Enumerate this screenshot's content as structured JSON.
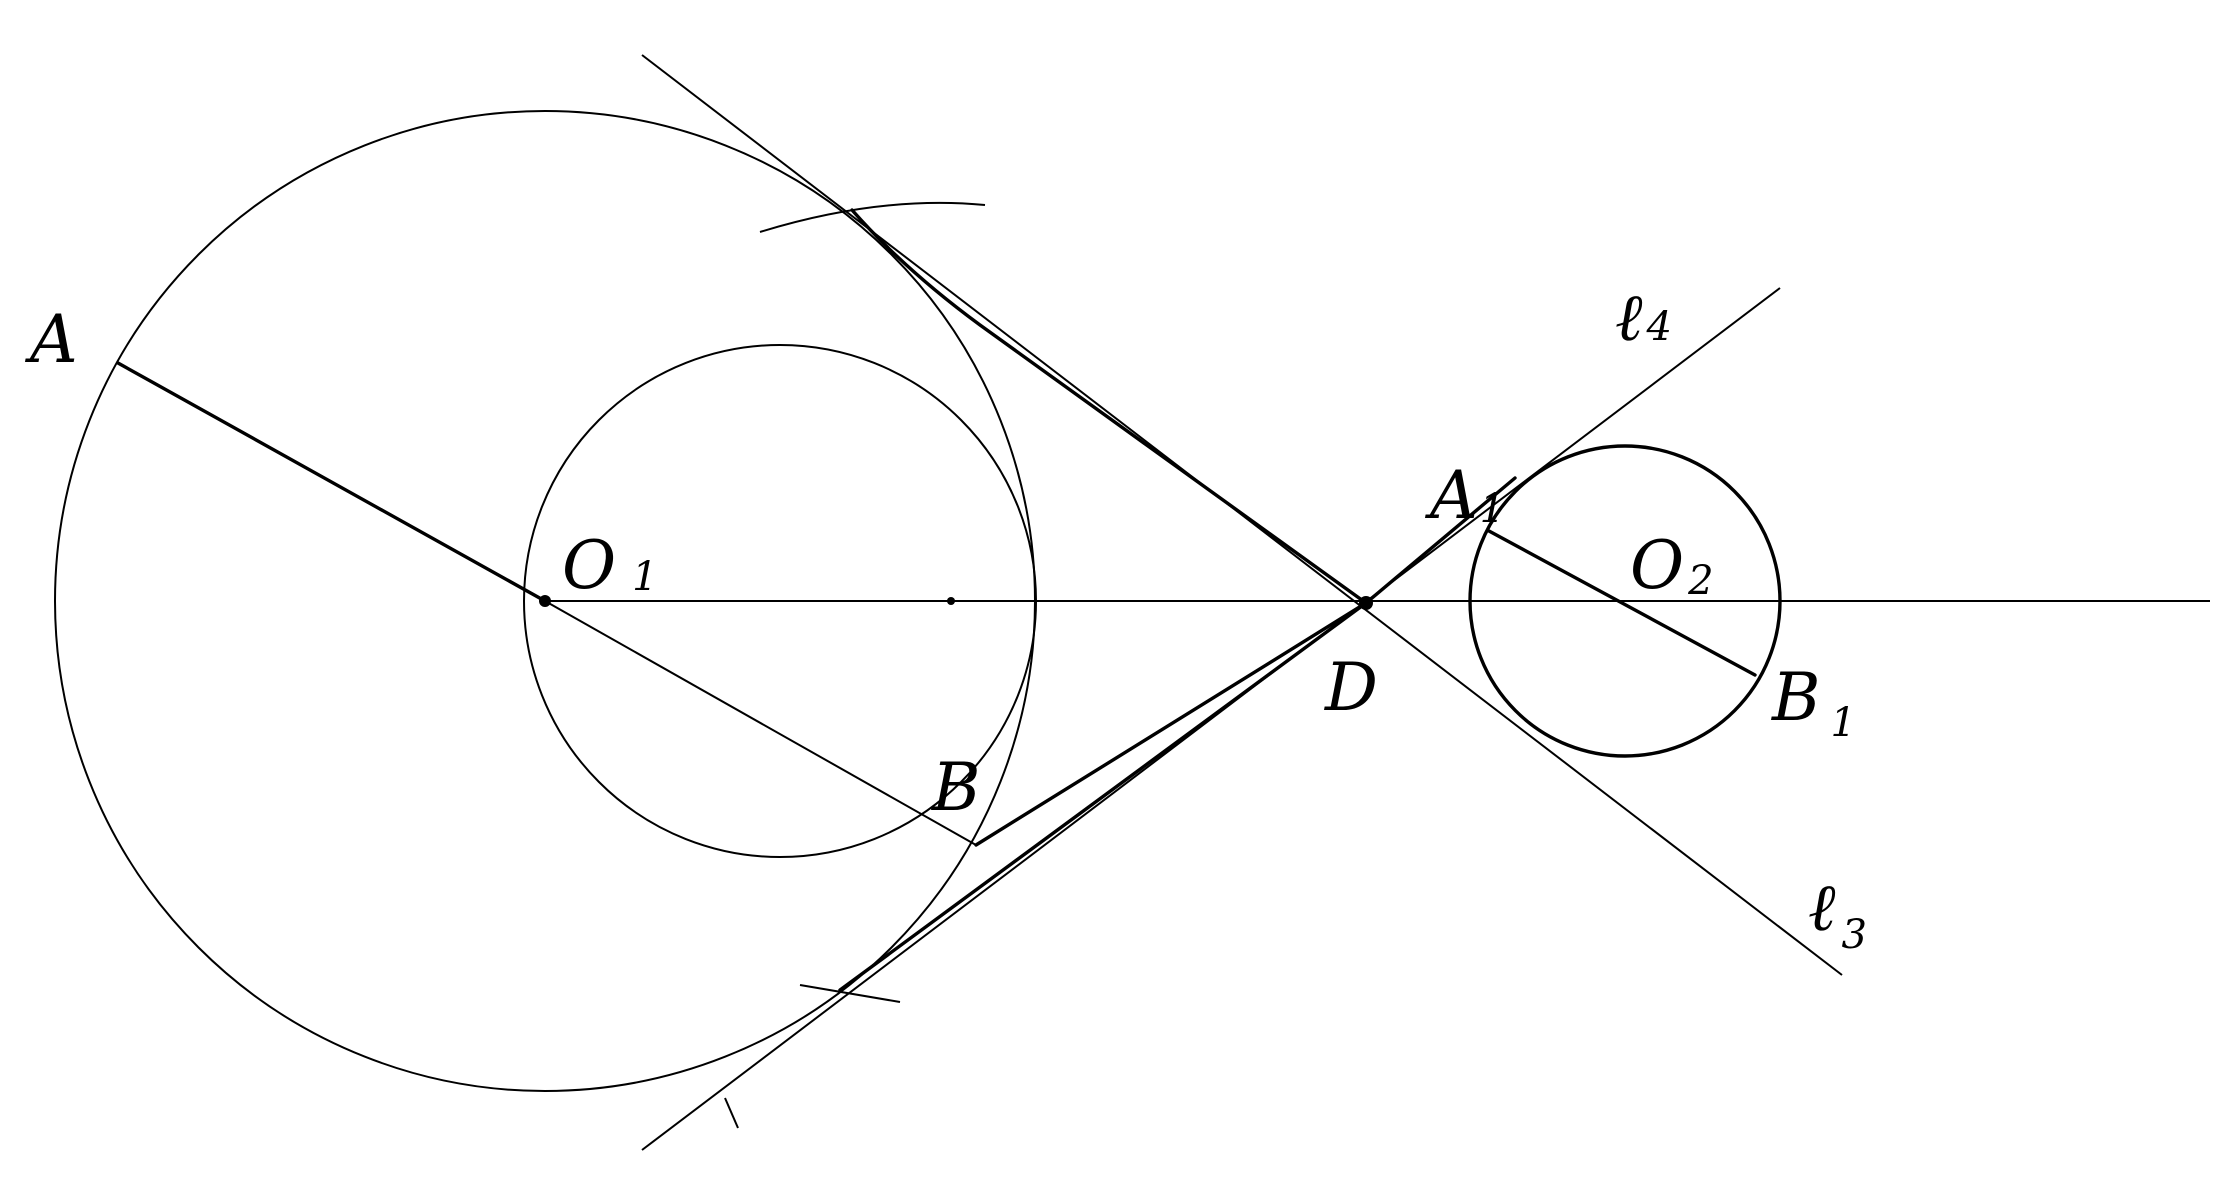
{
  "labels": {
    "A": "A",
    "B": "B",
    "O1": {
      "main": "O",
      "sub": "1"
    },
    "D": "D",
    "A1": {
      "main": "A",
      "sub": "1"
    },
    "O2": {
      "main": "O",
      "sub": "2"
    },
    "B1": {
      "main": "B",
      "sub": "1"
    },
    "l4": {
      "main": "ℓ",
      "sub": "4"
    },
    "l3": {
      "main": "ℓ",
      "sub": "3"
    }
  },
  "colors": {
    "ink": "#000000",
    "paper": "#ffffff"
  }
}
